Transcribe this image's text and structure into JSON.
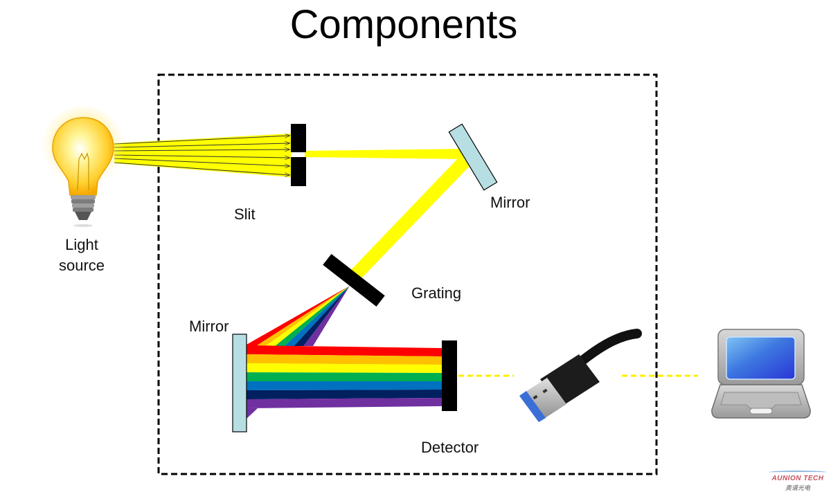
{
  "title": "Components",
  "labels": {
    "light_source_line1": "Light",
    "light_source_line2": "source",
    "slit": "Slit",
    "mirror_top": "Mirror",
    "grating": "Grating",
    "mirror_bottom": "Mirror",
    "detector": "Detector"
  },
  "colors": {
    "beam": "#ffff00",
    "mirror_fill": "#b7dfe3",
    "component_black": "#000000",
    "connection_dash": "#ffee00",
    "spectrum": [
      "#ff0000",
      "#ffc000",
      "#ffff00",
      "#00b050",
      "#0070c0",
      "#002060",
      "#7030a0"
    ]
  },
  "icons": {
    "light_source": "light-bulb-icon",
    "usb": "usb-cable-icon",
    "computer": "laptop-icon"
  },
  "logo": {
    "text_en": "AUNION TECH",
    "text_cn": "奥谱光电"
  }
}
